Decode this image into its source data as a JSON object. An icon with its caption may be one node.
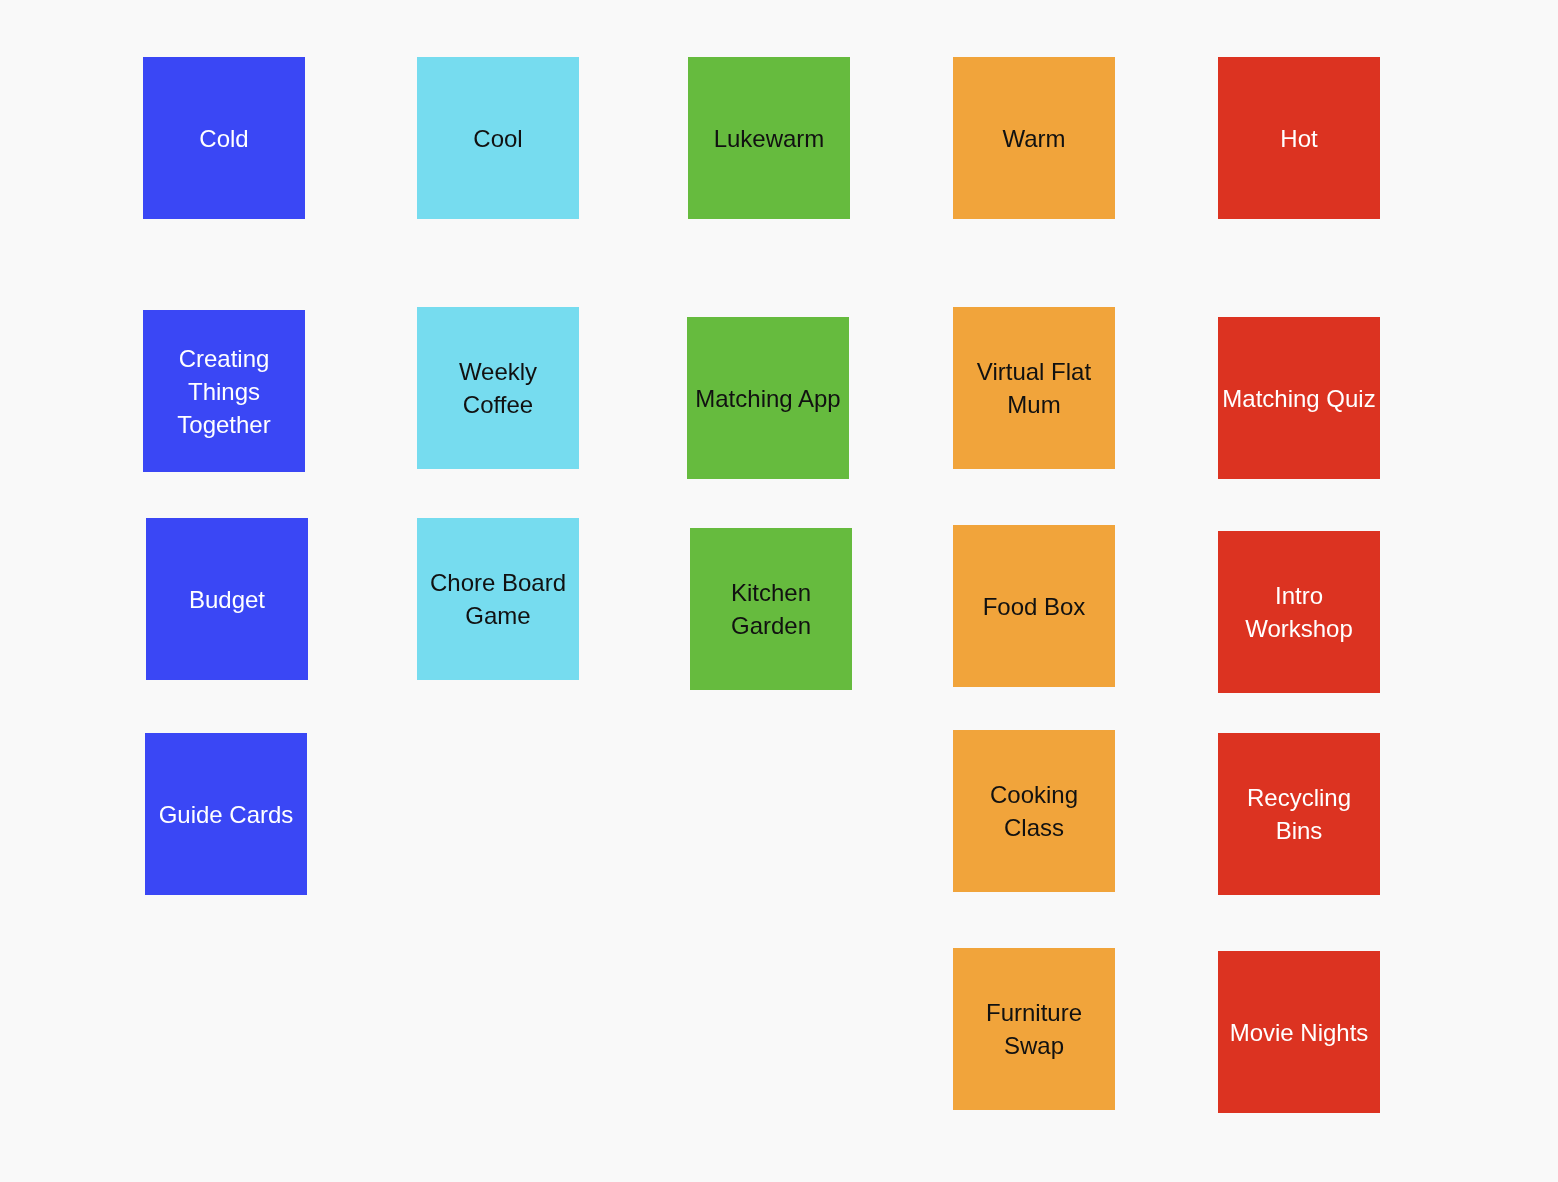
{
  "diagram": {
    "nodes": [
      {
        "text": [
          "Cold"
        ]
      },
      {
        "text": [
          "Cool"
        ]
      },
      {
        "text": [
          "Lukewarm"
        ]
      },
      {
        "text": [
          "Warm"
        ]
      },
      {
        "text": [
          "Hot"
        ]
      },
      {
        "text": [
          "Creating Things Together"
        ]
      },
      {
        "text": [
          "Weekly Coffee"
        ]
      },
      {
        "text": [
          "Matching App"
        ]
      },
      {
        "text": [
          "Virtual Flat Mum"
        ]
      },
      {
        "text": [
          "Matching Quiz"
        ]
      },
      {
        "text": [
          "Budget"
        ]
      },
      {
        "text": [
          "Chore Board Game"
        ]
      },
      {
        "text": [
          "Kitchen Garden"
        ]
      },
      {
        "text": [
          "Food Box"
        ]
      },
      {
        "text": [
          "Intro Workshop"
        ]
      },
      {
        "text": [
          "Guide Cards"
        ]
      },
      {
        "text": [
          "Cooking Class"
        ]
      },
      {
        "text": [
          "Recycling Bins"
        ]
      },
      {
        "text": [
          "Furniture Swap"
        ]
      },
      {
        "text": [
          "Movie Nights"
        ]
      }
    ]
  }
}
